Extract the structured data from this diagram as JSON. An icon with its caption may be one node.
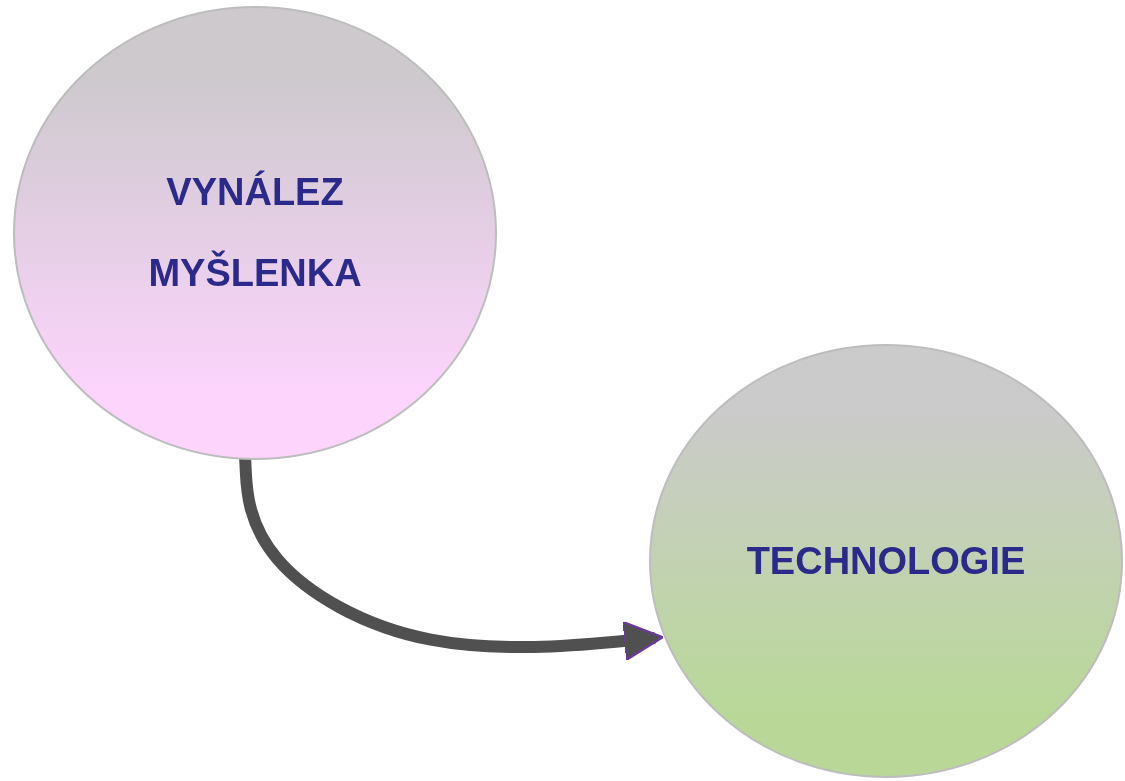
{
  "diagram": {
    "nodes": [
      {
        "text": [
          "VYNÁLEZ",
          "MYŠLENKA"
        ]
      },
      {
        "text": [
          "TECHNOLOGIE"
        ]
      }
    ],
    "edges": [
      {
        "from": 0,
        "to": 1,
        "arrow": "to"
      }
    ]
  }
}
